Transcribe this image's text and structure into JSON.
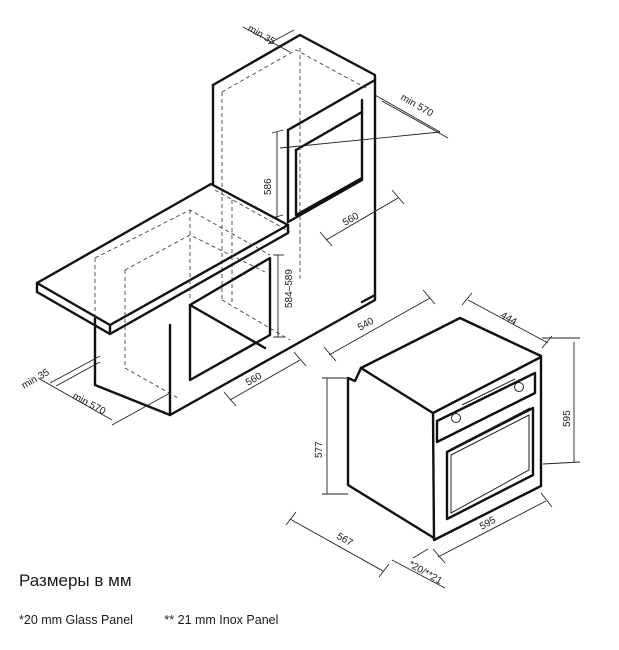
{
  "caption": {
    "title": "Размеры в мм",
    "note_glass": "*20 mm Glass Panel",
    "note_inox": "** 21 mm Inox Panel"
  },
  "dimensions": {
    "column_top_gap": "min 35",
    "column_depth": "min 570",
    "column_niche_height": "586",
    "column_niche_width": "560",
    "counter_niche_height": "584–589",
    "counter_niche_width": "560",
    "counter_gap": "min 35",
    "counter_depth": "min 570",
    "oven_body_depth": "540",
    "oven_side_depth": "444",
    "oven_height": "595",
    "oven_body_height": "577",
    "oven_width": "595",
    "oven_total_depth": "567",
    "panel_thickness": "*20/**21"
  }
}
